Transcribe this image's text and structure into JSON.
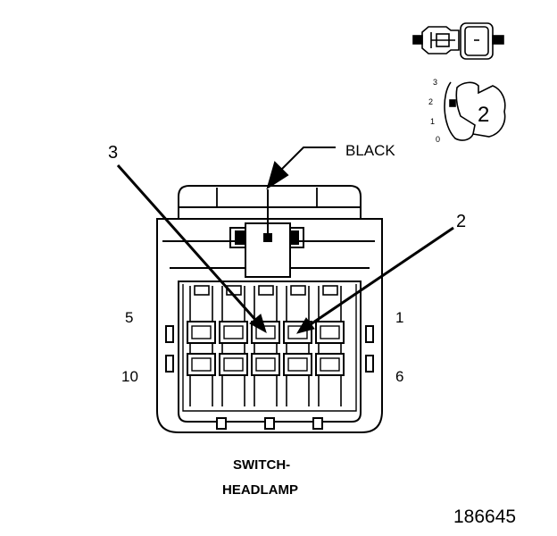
{
  "callouts": {
    "color_label": "BLACK",
    "callout_3": "3",
    "callout_2": "2"
  },
  "pin_labels": {
    "top_left": "5",
    "top_right": "1",
    "bottom_left": "10",
    "bottom_right": "6"
  },
  "connector_name": {
    "line1": "SWITCH-",
    "line2": "HEADLAMP"
  },
  "figure_number": "186645",
  "inset": {
    "scale_3": "3",
    "scale_2": "2",
    "scale_1": "1",
    "scale_0": "0",
    "position_value": "2"
  }
}
